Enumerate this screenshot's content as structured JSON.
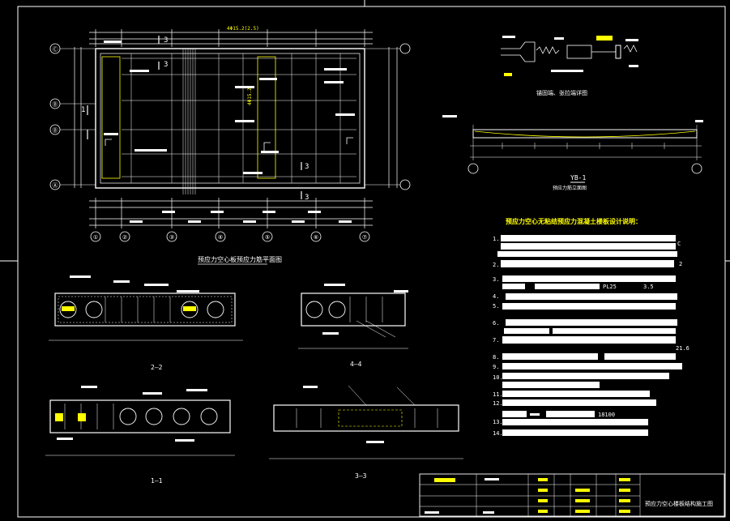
{
  "axes_horizontal": [
    "①",
    "②",
    "③",
    "④",
    "⑤",
    "⑥",
    "⑦"
  ],
  "axes_vertical": [
    "Ⓒ",
    "Ⓑ",
    "Ⓑ",
    "Ⓐ"
  ],
  "section_marks": {
    "s3": "3",
    "s1": "1"
  },
  "plan_labels": {
    "top_dim": "4Φ15.2(2.5)",
    "side_dim": "4Φ15.2"
  },
  "plan_title": "预应力空心板预应力筋平面图",
  "section_titles": {
    "s22": "2—2",
    "s44": "4—4",
    "s11": "1—1",
    "s33": "3—3"
  },
  "detail_title": "锚固端、张拉端详图",
  "elevation": {
    "name": "YB-1",
    "title": "预应力筋立面图"
  },
  "notes": {
    "title": "预应力空心无粘结预应力混凝土楼板设计说明：",
    "numbers": [
      "1.",
      "2.",
      "3.",
      "4.",
      "5.",
      "6.",
      "7.",
      "8.",
      "9.",
      "10.",
      "11.",
      "12.",
      "13.",
      "14."
    ],
    "fragment_a": "C",
    "fragment_b": "2",
    "fragment_c": "PL25",
    "fragment_d": "3.5",
    "fragment_e": "21.6",
    "fragment_f": "18100"
  },
  "title_block": {
    "drawing_name": "预应力空心楼板结构施工图"
  }
}
